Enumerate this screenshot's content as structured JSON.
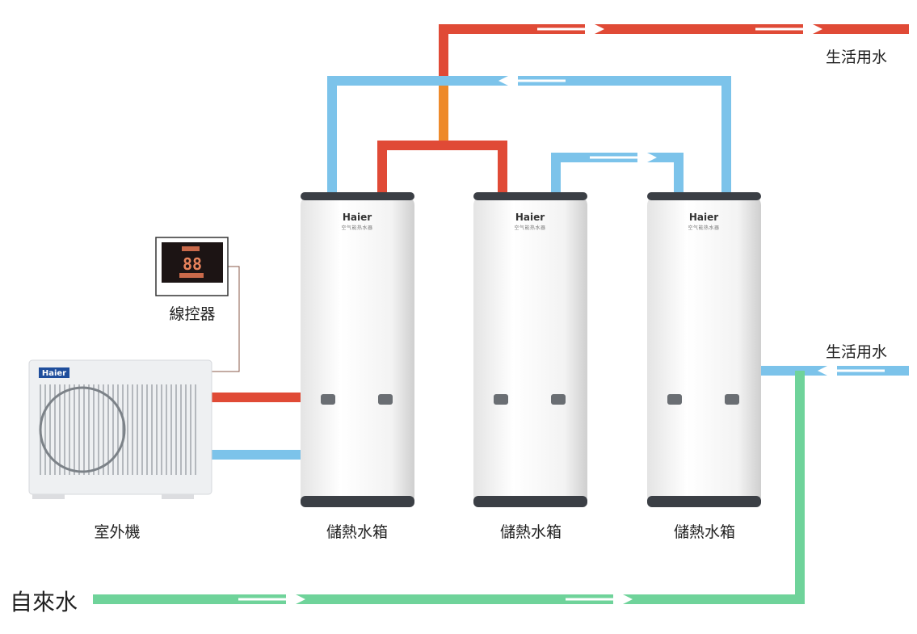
{
  "labels": {
    "domestic_water_top": "生活用水",
    "domestic_water_right": "生活用水",
    "wired_controller": "線控器",
    "outdoor_unit": "室外機",
    "tanks": [
      "儲熱水箱",
      "儲熱水箱",
      "儲熱水箱"
    ],
    "tap_water": "自來水"
  },
  "brand": "Haier",
  "tank_subtitle": "空气能热水器",
  "controller_display": "88",
  "colors": {
    "hot": "#e04a36",
    "mixed": "#ee8a2a",
    "cold": "#7cc3ea",
    "tap": "#6fd39a",
    "tank_cap": "#3b3f45"
  }
}
